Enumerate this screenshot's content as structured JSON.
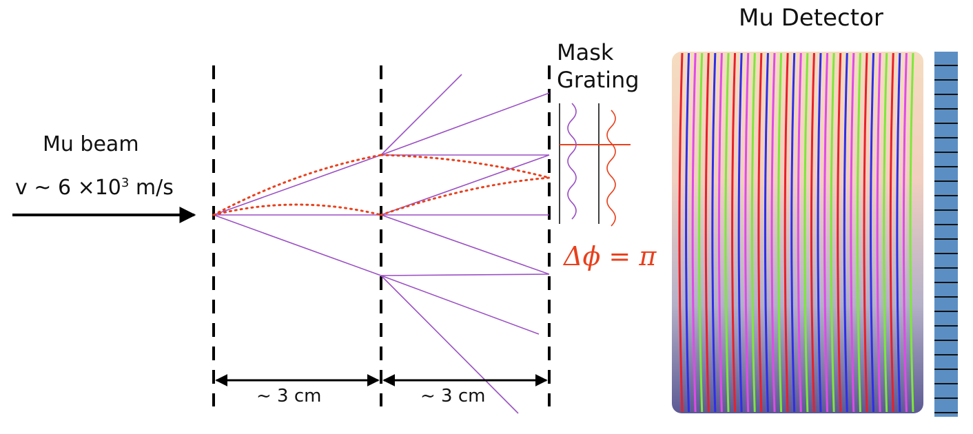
{
  "beam": {
    "title": "Mu beam",
    "speed_prefix": "v ~ 6 ×10",
    "speed_exponent": "3",
    "speed_unit": " m/s"
  },
  "mask": {
    "line1": "Mask",
    "line2": "Grating"
  },
  "phase_label": "Δϕ = π",
  "detector": {
    "title": "Mu Detector"
  },
  "distances": [
    "~ 3 cm",
    "~ 3 cm"
  ],
  "colors": {
    "beam_paths": "#9b4fc4",
    "interference_paths": "#e8401c",
    "fringe_stripes": [
      "#e8202a",
      "#2e2ee8",
      "#e04ae8",
      "#7de83a"
    ],
    "detector_strip": "#5b8fc4"
  }
}
